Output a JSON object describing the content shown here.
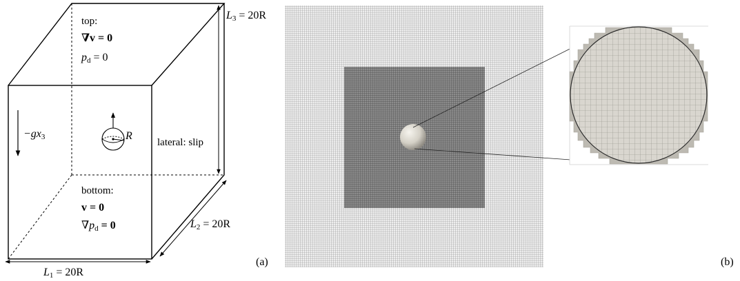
{
  "panel_a": {
    "top_heading": "top:",
    "top_eq1": "∇v = 0",
    "top_eq2": "p",
    "top_eq2_sub": "d",
    "top_eq2_rest": " = 0",
    "gravity_label": "−gx",
    "gravity_sub": "3",
    "sphere_radius_label": "R",
    "lateral_label": "lateral: slip",
    "bottom_heading": "bottom:",
    "bottom_eq1": "v = 0",
    "bottom_eq2_pre": "∇p",
    "bottom_eq2_sub": "d",
    "bottom_eq2_rest": " = 0",
    "dim_L1": "L",
    "dim_L1_sub": "1",
    "dim_L1_rest": " = 20R",
    "dim_L2": "L",
    "dim_L2_sub": "2",
    "dim_L2_rest": " = 20R",
    "dim_L3": "L",
    "dim_L3_sub": "3",
    "dim_L3_rest": " = 20R",
    "panel_tag": "(a)"
  },
  "panel_b": {
    "panel_tag": "(b)"
  },
  "colors": {
    "outer_mesh": "#c8c8c8",
    "inner_mesh": "#6e6e6e",
    "zoom_fill": "#d9d6cf",
    "zoom_stair": "#bdbab2"
  }
}
